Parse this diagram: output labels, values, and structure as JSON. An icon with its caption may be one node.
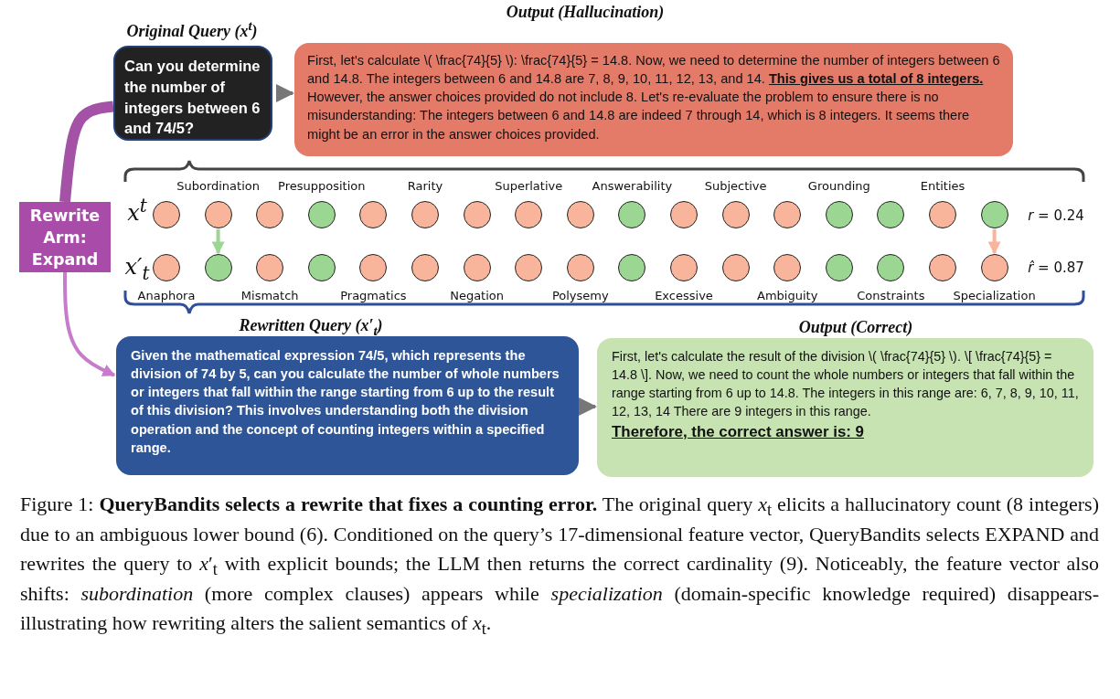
{
  "diagram": {
    "caption": "Figure 1: **QueryBandits selects a rewrite that fixes a counting error.** The original query *x*$_{t}$ elicits a hallucinatory count (8 integers) due to an ambiguous lower bound (6). Conditioned on the query’s 17-dimensional feature vector, QueryBandits selects EXPAND and rewrites the query to *x*′$_{t}$ with explicit bounds; the LLM then returns the correct cardinality (9). Noticeably, the feature vector also shifts: *subordination* (more complex clauses) appears while *specialization* (domain-specific knowledge required) disappears-illustrating how rewriting alters the salient semantics of *x*$_{t}$.",
    "nodes": [
      {
        "text": [
          "Original Query (x$^{t}$)",
          "Can you determine the number of integers between 6 and 74/5?"
        ]
      },
      {
        "text": [
          "Output (Hallucination)",
          "First, let's calculate \\( \\frac{74}{5} \\): \\frac{74}{5} = 14.8.  Now, we need to determine the number of integers between 6 and 14.8. The integers between 6 and 14.8 are 7, 8, 9, 10, 11, 12, 13, and 14. **This gives us a total of 8 integers.**  However, the answer choices provided do not include 8. Let's re-evaluate the problem to ensure there is no misunderstanding:  The integers between 6 and 14.8 are indeed 7 through 14, which is 8 integers.  It seems there might be an error in the answer choices provided."
        ]
      },
      {
        "text": [
          "Rewrite Arm: Expand"
        ]
      },
      {
        "text": [
          "Rewritten Query (x′$_{t}$)",
          "Given the mathematical expression 74/5, which represents the division of 74 by 5, can you calculate the number of whole numbers or integers that fall within the range starting from 6 up to the result of this division? This involves understanding both the division operation and the concept of counting integers within a specified range."
        ]
      },
      {
        "text": [
          "Output (Correct)",
          "First, let's calculate the result of the division \\( \\frac{74}{5} \\). \\[ \\frac{74}{5} = 14.8 \\].  Now, we need to count the whole numbers or integers that fall within the range starting from 6 up to 14.8. The integers in this range are: 6, 7, 8, 9, 10, 11, 12, 13, 14 There are 9 integers in this range.",
          "Therefore, the correct answer is: 9"
        ]
      },
      {
        "text": [],
        "shape": "circle"
      },
      {
        "text": [],
        "shape": "circle"
      },
      {
        "text": [],
        "shape": "circle"
      },
      {
        "text": [],
        "shape": "circle"
      },
      {
        "text": [],
        "shape": "circle"
      },
      {
        "text": [],
        "shape": "circle"
      },
      {
        "text": [],
        "shape": "circle"
      },
      {
        "text": [],
        "shape": "circle"
      },
      {
        "text": [],
        "shape": "circle"
      },
      {
        "text": [],
        "shape": "circle"
      },
      {
        "text": [],
        "shape": "circle"
      },
      {
        "text": [],
        "shape": "circle"
      },
      {
        "text": [],
        "shape": "circle"
      },
      {
        "text": [],
        "shape": "circle"
      },
      {
        "text": [],
        "shape": "circle"
      },
      {
        "text": [],
        "shape": "circle"
      },
      {
        "text": [],
        "shape": "circle"
      },
      {
        "text": [],
        "shape": "circle"
      },
      {
        "text": [],
        "shape": "circle"
      },
      {
        "text": [],
        "shape": "circle"
      },
      {
        "text": [],
        "shape": "circle"
      },
      {
        "text": [],
        "shape": "circle"
      },
      {
        "text": [],
        "shape": "circle"
      },
      {
        "text": [],
        "shape": "circle"
      },
      {
        "text": [],
        "shape": "circle"
      },
      {
        "text": [],
        "shape": "circle"
      },
      {
        "text": [],
        "shape": "circle"
      },
      {
        "text": [],
        "shape": "circle"
      },
      {
        "text": [],
        "shape": "circle"
      },
      {
        "text": [],
        "shape": "circle"
      },
      {
        "text": [],
        "shape": "circle"
      },
      {
        "text": [],
        "shape": "circle"
      },
      {
        "text": [],
        "shape": "circle"
      },
      {
        "text": [],
        "shape": "circle"
      }
    ],
    "edges": [
      {
        "from": 0,
        "to": 1,
        "arrow": "to",
        "color": "#777777"
      },
      {
        "from": 3,
        "to": 4,
        "arrow": "to",
        "color": "#777777"
      },
      {
        "from": 0,
        "to": 2,
        "arrow": "none",
        "style": "thick",
        "color": "#a452a6"
      },
      {
        "from": 2,
        "to": 3,
        "arrow": "to",
        "color": "#c77ccb"
      },
      {
        "from": 6,
        "to": 23,
        "arrow": "to",
        "color": "#9cd693"
      },
      {
        "from": 21,
        "to": 38,
        "arrow": "to",
        "color": "#f9b59b"
      }
    ],
    "labels": [
      "Subordination",
      "Presupposition",
      "Rarity",
      "Superlative",
      "Answerability",
      "Subjective",
      "Grounding",
      "Entities",
      "x$^{t}$",
      "*r* = 0.24",
      "x′$_{t}$",
      "*r̂* = 0.87",
      "Anaphora",
      "Mismatch",
      "Pragmatics",
      "Negation",
      "Polysemy",
      "Excessive",
      "Ambiguity",
      "Constraints",
      "Specialization"
    ]
  }
}
